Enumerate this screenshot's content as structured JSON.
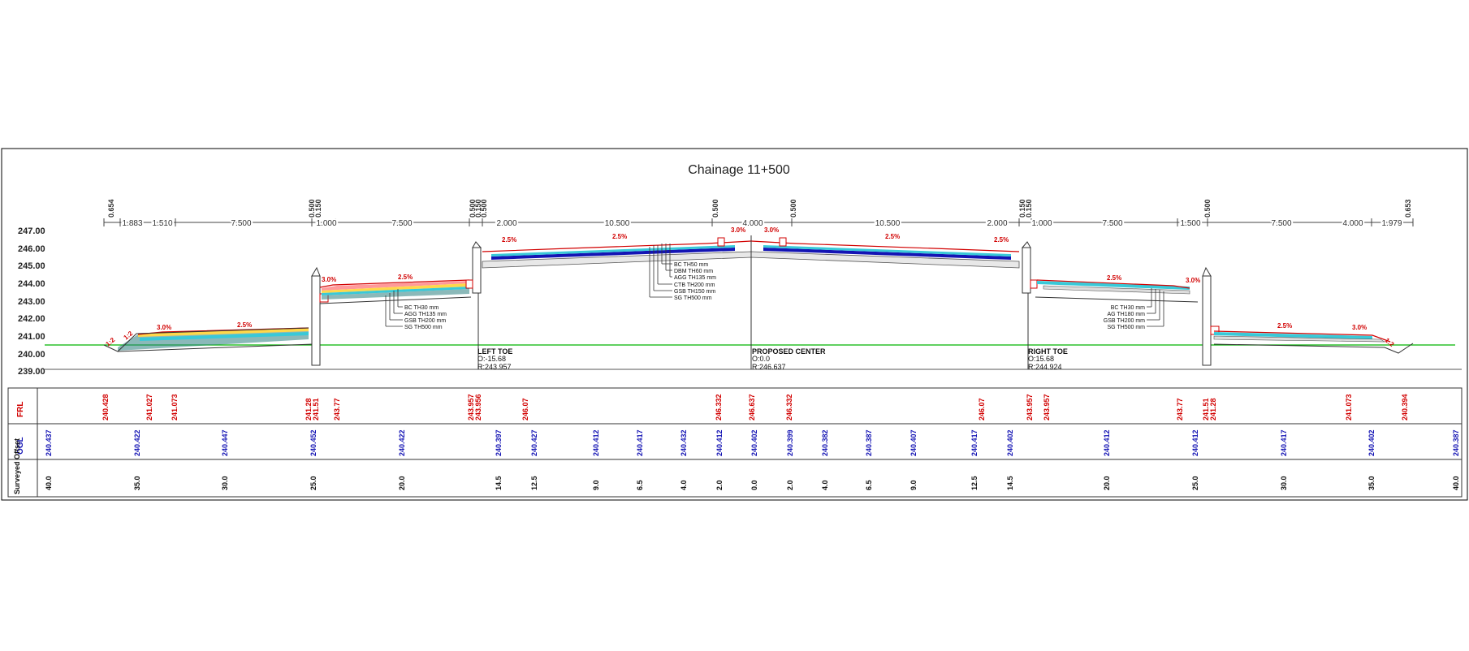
{
  "title": "Chainage  11+500",
  "elevation_axis": [
    "247.00",
    "246.00",
    "245.00",
    "244.00",
    "243.00",
    "242.00",
    "241.00",
    "240.00",
    "239.00"
  ],
  "top_dimensions": [
    "1.883",
    "1.510",
    "7.500",
    "1.000",
    "7.500",
    "2.000",
    "10.500",
    "4.000",
    "10.500",
    "2.000",
    "1.000",
    "7.500",
    "1.500",
    "7.500",
    "4.000",
    "1.979"
  ],
  "small_dimensions": [
    "0.654",
    "0.500",
    "0.150",
    "0.500",
    "0.150",
    "0.500",
    "0.500",
    "0.500",
    "0.150",
    "0.150",
    "0.500",
    "0.653"
  ],
  "slopes": {
    "left_outer_a": "3.0%",
    "left_outer_b": "2.5%",
    "left_service_a": "3.0%",
    "left_service_b": "2.5%",
    "main_left_a": "2.5%",
    "main_left_b": "2.5%",
    "center_left": "3.0%",
    "center_right": "3.0%",
    "main_right_a": "2.5%",
    "main_right_b": "2.5%",
    "right_service_a": "2.5%",
    "right_service_b": "3.0%",
    "right_outer_a": "2.5%",
    "right_outer_b": "3.0%",
    "embank_left_a": "1:2",
    "embank_left_b": "1:2",
    "embank_right": "1:2"
  },
  "layer_callouts": {
    "main": [
      "BC TH50 mm",
      "DBM TH60 mm",
      "AGG TH135 mm",
      "CTB TH200 mm",
      "GSB TH150 mm",
      "SG TH500 mm"
    ],
    "left_service": [
      "BC TH30 mm",
      "AGG TH135 mm",
      "GSB TH200 mm",
      "SG TH500 mm"
    ],
    "right_service": [
      "BC TH30 mm",
      "AG TH180 mm",
      "GSB TH200 mm",
      "SG TH500 mm"
    ]
  },
  "markers": {
    "left_toe": {
      "name": "LEFT TOE",
      "o": "O:-15.68",
      "r": "R:243.957"
    },
    "center": {
      "name": "PROPOSED CENTER",
      "o": "O:0.0",
      "r": "R:246.637"
    },
    "right_toe": {
      "name": "RIGHT TOE",
      "o": "O:15.68",
      "r": "R:244.924"
    }
  },
  "table": {
    "row_labels": {
      "frl": "FRL",
      "ogl": "OGL",
      "offset": "Surveyed Offset"
    },
    "frl": [
      "240.428",
      "241.027",
      "241.073",
      "241.28",
      "241.51",
      "243.77",
      "243.957",
      "243.956",
      "246.07",
      "246.332",
      "246.637",
      "246.332",
      "246.07",
      "243.957",
      "243.957",
      "243.77",
      "241.51",
      "241.28",
      "241.073",
      "240.394"
    ],
    "ogl": [
      "240.437",
      "240.422",
      "240.447",
      "240.452",
      "240.422",
      "240.397",
      "240.427",
      "240.412",
      "240.417",
      "240.432",
      "240.412",
      "240.402",
      "240.399",
      "240.382",
      "240.387",
      "240.407",
      "240.417",
      "240.402",
      "240.412",
      "240.412",
      "240.417",
      "240.402",
      "240.387"
    ],
    "offset": [
      "40.0",
      "35.0",
      "30.0",
      "25.0",
      "20.0",
      "14.5",
      "12.5",
      "9.0",
      "6.5",
      "4.0",
      "2.0",
      "0.0",
      "2.0",
      "4.0",
      "6.5",
      "9.0",
      "12.5",
      "14.5",
      "20.0",
      "25.0",
      "30.0",
      "35.0",
      "40.0"
    ]
  },
  "colors": {
    "frl": "#d10000",
    "ogl": "#1414b4",
    "ground": "#00b400",
    "bc": "#ff9a9a",
    "dbm": "#7a7acc",
    "agg": "#ffd84a",
    "ctb": "#39c9d8",
    "gsb": "#2c7f80"
  }
}
